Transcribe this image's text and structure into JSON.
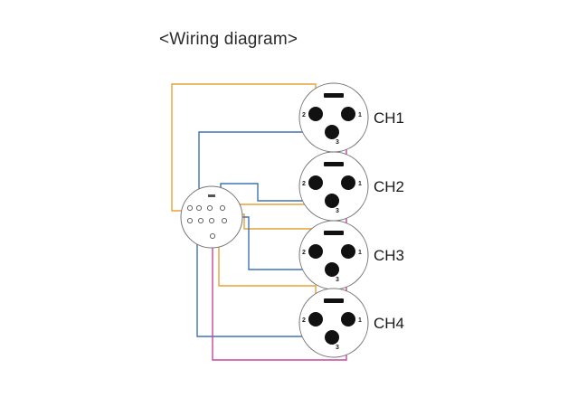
{
  "title": "<Wiring diagram>",
  "channels": [
    "CH1",
    "CH2",
    "CH3",
    "CH4"
  ],
  "pin_labels": [
    "1",
    "2",
    "3"
  ],
  "colors": {
    "hot_wire": "#e8a13a",
    "cold_wire": "#3f73b5",
    "ground_wire": "#c9479b",
    "connector_outline": "#777777",
    "pin_fill": "#111111",
    "text": "#1a1a1a"
  }
}
